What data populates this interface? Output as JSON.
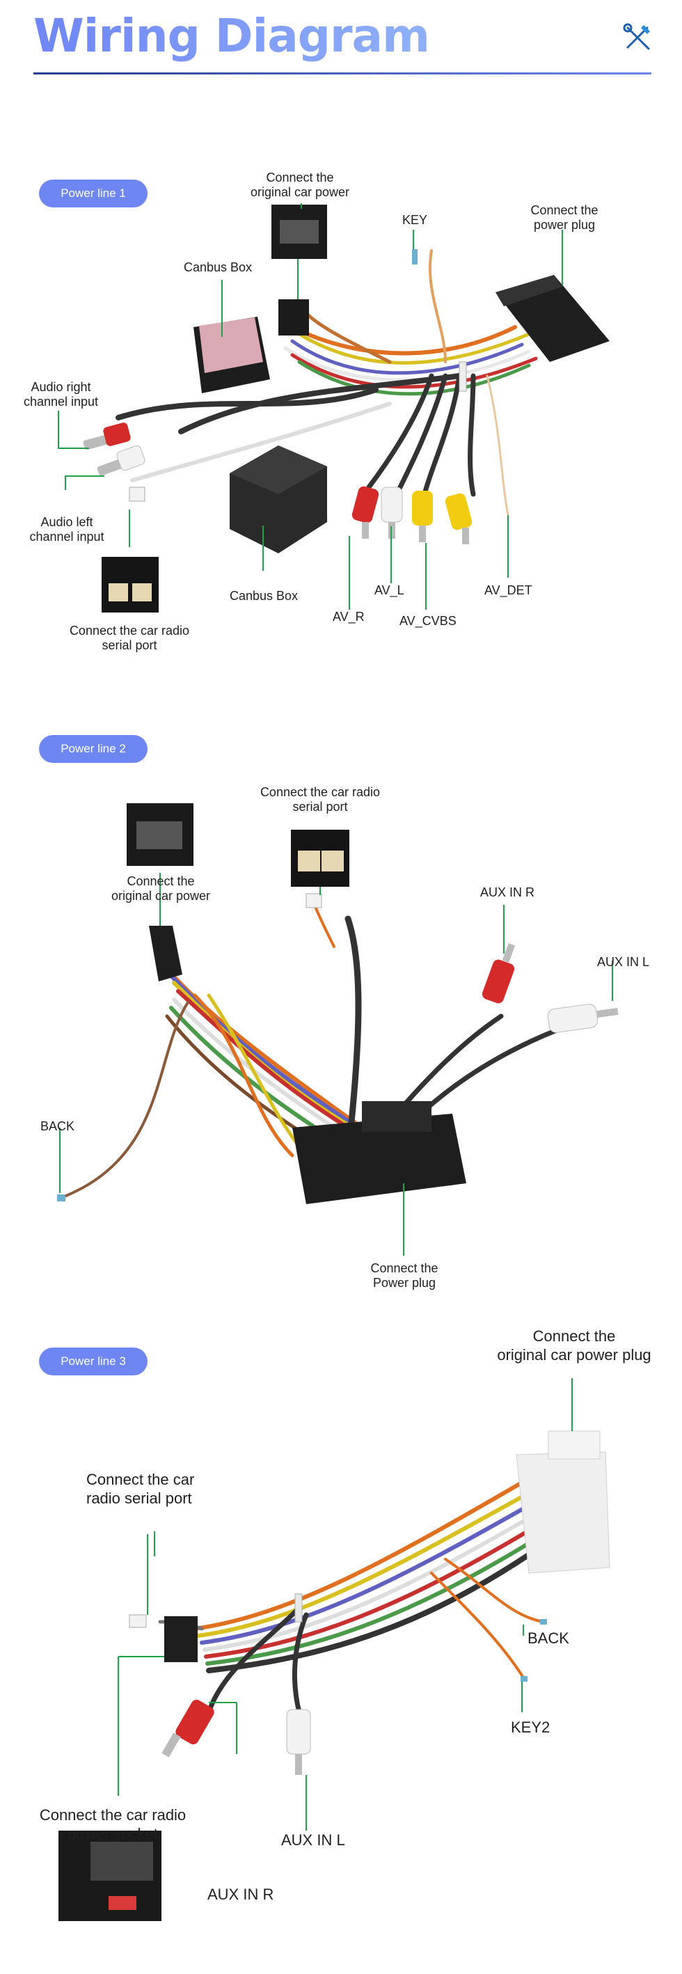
{
  "title": "Wiring Diagram",
  "icon": "tools-icon",
  "colors": {
    "accent": "#6e86f1",
    "leader": "#1fa34a",
    "title_gradient_start": "#6f86f5",
    "title_gradient_end": "#8fb0f8"
  },
  "sections": [
    {
      "pill": "Power line 1",
      "labels": {
        "orig_power": [
          "Connect the",
          "original car power"
        ],
        "key": "KEY",
        "power_plug": [
          "Connect the",
          "power plug"
        ],
        "canbus_top": "Canbus Box",
        "audio_right": [
          "Audio right",
          "channel input"
        ],
        "audio_left": [
          "Audio left",
          "channel input"
        ],
        "serial": [
          "Connect the car radio",
          "serial port"
        ],
        "canbus_bottom": "Canbus Box",
        "av_r": "AV_R",
        "av_l": "AV_L",
        "av_cvbs": "AV_CVBS",
        "av_det": "AV_DET"
      }
    },
    {
      "pill": "Power line 2",
      "labels": {
        "serial": [
          "Connect the car radio",
          "serial port"
        ],
        "orig_power": [
          "Connect the",
          "original car power"
        ],
        "aux_r": "AUX IN R",
        "aux_l": "AUX IN L",
        "back": "BACK",
        "power_plug": [
          "Connect the",
          "Power plug"
        ]
      }
    },
    {
      "pill": "Power line 3",
      "labels": {
        "orig_power_plug": [
          "Connect the",
          "original car power plug"
        ],
        "serial": [
          "Connect the car",
          "radio  serial port"
        ],
        "back": "BACK",
        "key2": "KEY2",
        "power_socket": [
          "Connect the car radio",
          "power socket"
        ],
        "aux_l": "AUX IN L",
        "aux_r": "AUX IN R"
      }
    }
  ]
}
